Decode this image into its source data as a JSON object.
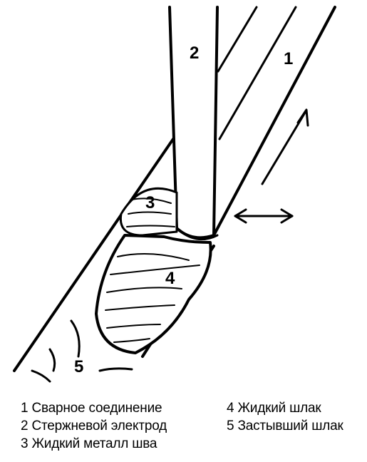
{
  "callouts": [
    "1",
    "2",
    "3",
    "4",
    "5"
  ],
  "legend": {
    "left": [
      "1 Сварное соединение",
      "2 Стержневой электрод",
      "3 Жидкий металл шва"
    ],
    "right": [
      "4 Жидкий шлак",
      "5 Застывший шлак"
    ]
  }
}
